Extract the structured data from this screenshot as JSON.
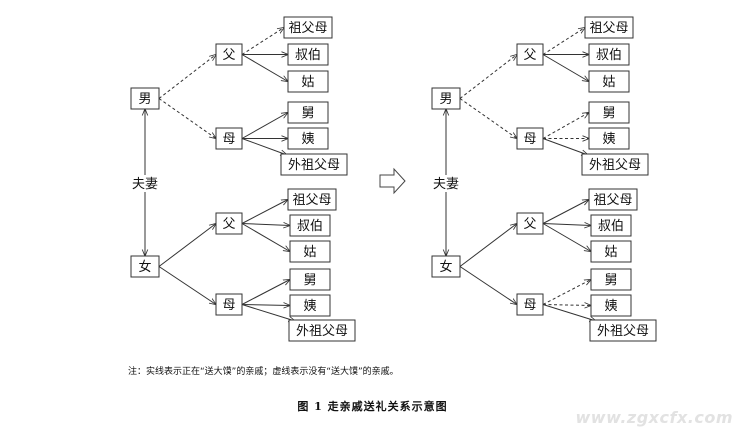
{
  "panels": [
    {
      "people": {
        "husband": "男",
        "wife": "女",
        "husband_father": "父",
        "husband_mother": "母",
        "wife_father": "父",
        "wife_mother": "母",
        "h_f_grandparents": "祖父母",
        "h_f_uncle": "叔伯",
        "h_f_aunt": "姑",
        "h_m_uncle": "舅",
        "h_m_aunt": "姨",
        "h_m_grandparents": "外祖父母",
        "w_f_grandparents": "祖父母",
        "w_f_uncle": "叔伯",
        "w_f_aunt": "姑",
        "w_m_uncle": "舅",
        "w_m_aunt": "姨",
        "w_m_grandparents": "外祖父母"
      },
      "spouse_label": "夫妻",
      "edges": {
        "husband-father": "dashed",
        "husband-mother": "dashed",
        "hf-grandparents": "dashed",
        "hf-uncle": "solid",
        "hf-aunt": "solid",
        "hm-uncle": "solid",
        "hm-aunt": "solid",
        "hm-grandparents": "solid",
        "wife-father": "solid",
        "wife-mother": "solid",
        "wf-grandparents": "solid",
        "wf-uncle": "solid",
        "wf-aunt": "solid",
        "wm-uncle": "solid",
        "wm-aunt": "solid",
        "wm-grandparents": "solid"
      }
    },
    {
      "people": {
        "husband": "男",
        "wife": "女",
        "husband_father": "父",
        "husband_mother": "母",
        "wife_father": "父",
        "wife_mother": "母",
        "h_f_grandparents": "祖父母",
        "h_f_uncle": "叔伯",
        "h_f_aunt": "姑",
        "h_m_uncle": "舅",
        "h_m_aunt": "姨",
        "h_m_grandparents": "外祖父母",
        "w_f_grandparents": "祖父母",
        "w_f_uncle": "叔伯",
        "w_f_aunt": "姑",
        "w_m_uncle": "舅",
        "w_m_aunt": "姨",
        "w_m_grandparents": "外祖父母"
      },
      "spouse_label": "夫妻",
      "edges": {
        "husband-father": "dashed",
        "husband-mother": "dashed",
        "hf-grandparents": "dashed",
        "hf-uncle": "solid",
        "hf-aunt": "solid",
        "hm-uncle": "dashed",
        "hm-aunt": "dashed",
        "hm-grandparents": "solid",
        "wife-father": "solid",
        "wife-mother": "solid",
        "wf-grandparents": "solid",
        "wf-uncle": "solid",
        "wf-aunt": "solid",
        "wm-uncle": "dashed",
        "wm-aunt": "dashed",
        "wm-grandparents": "solid"
      }
    }
  ],
  "note": "注：实线表示正在“送大馍”的亲戚；虚线表示没有“送大馍”的亲戚。",
  "caption": "图 1  走亲戚送礼关系示意图",
  "watermark": "www.zgxcfx.com"
}
